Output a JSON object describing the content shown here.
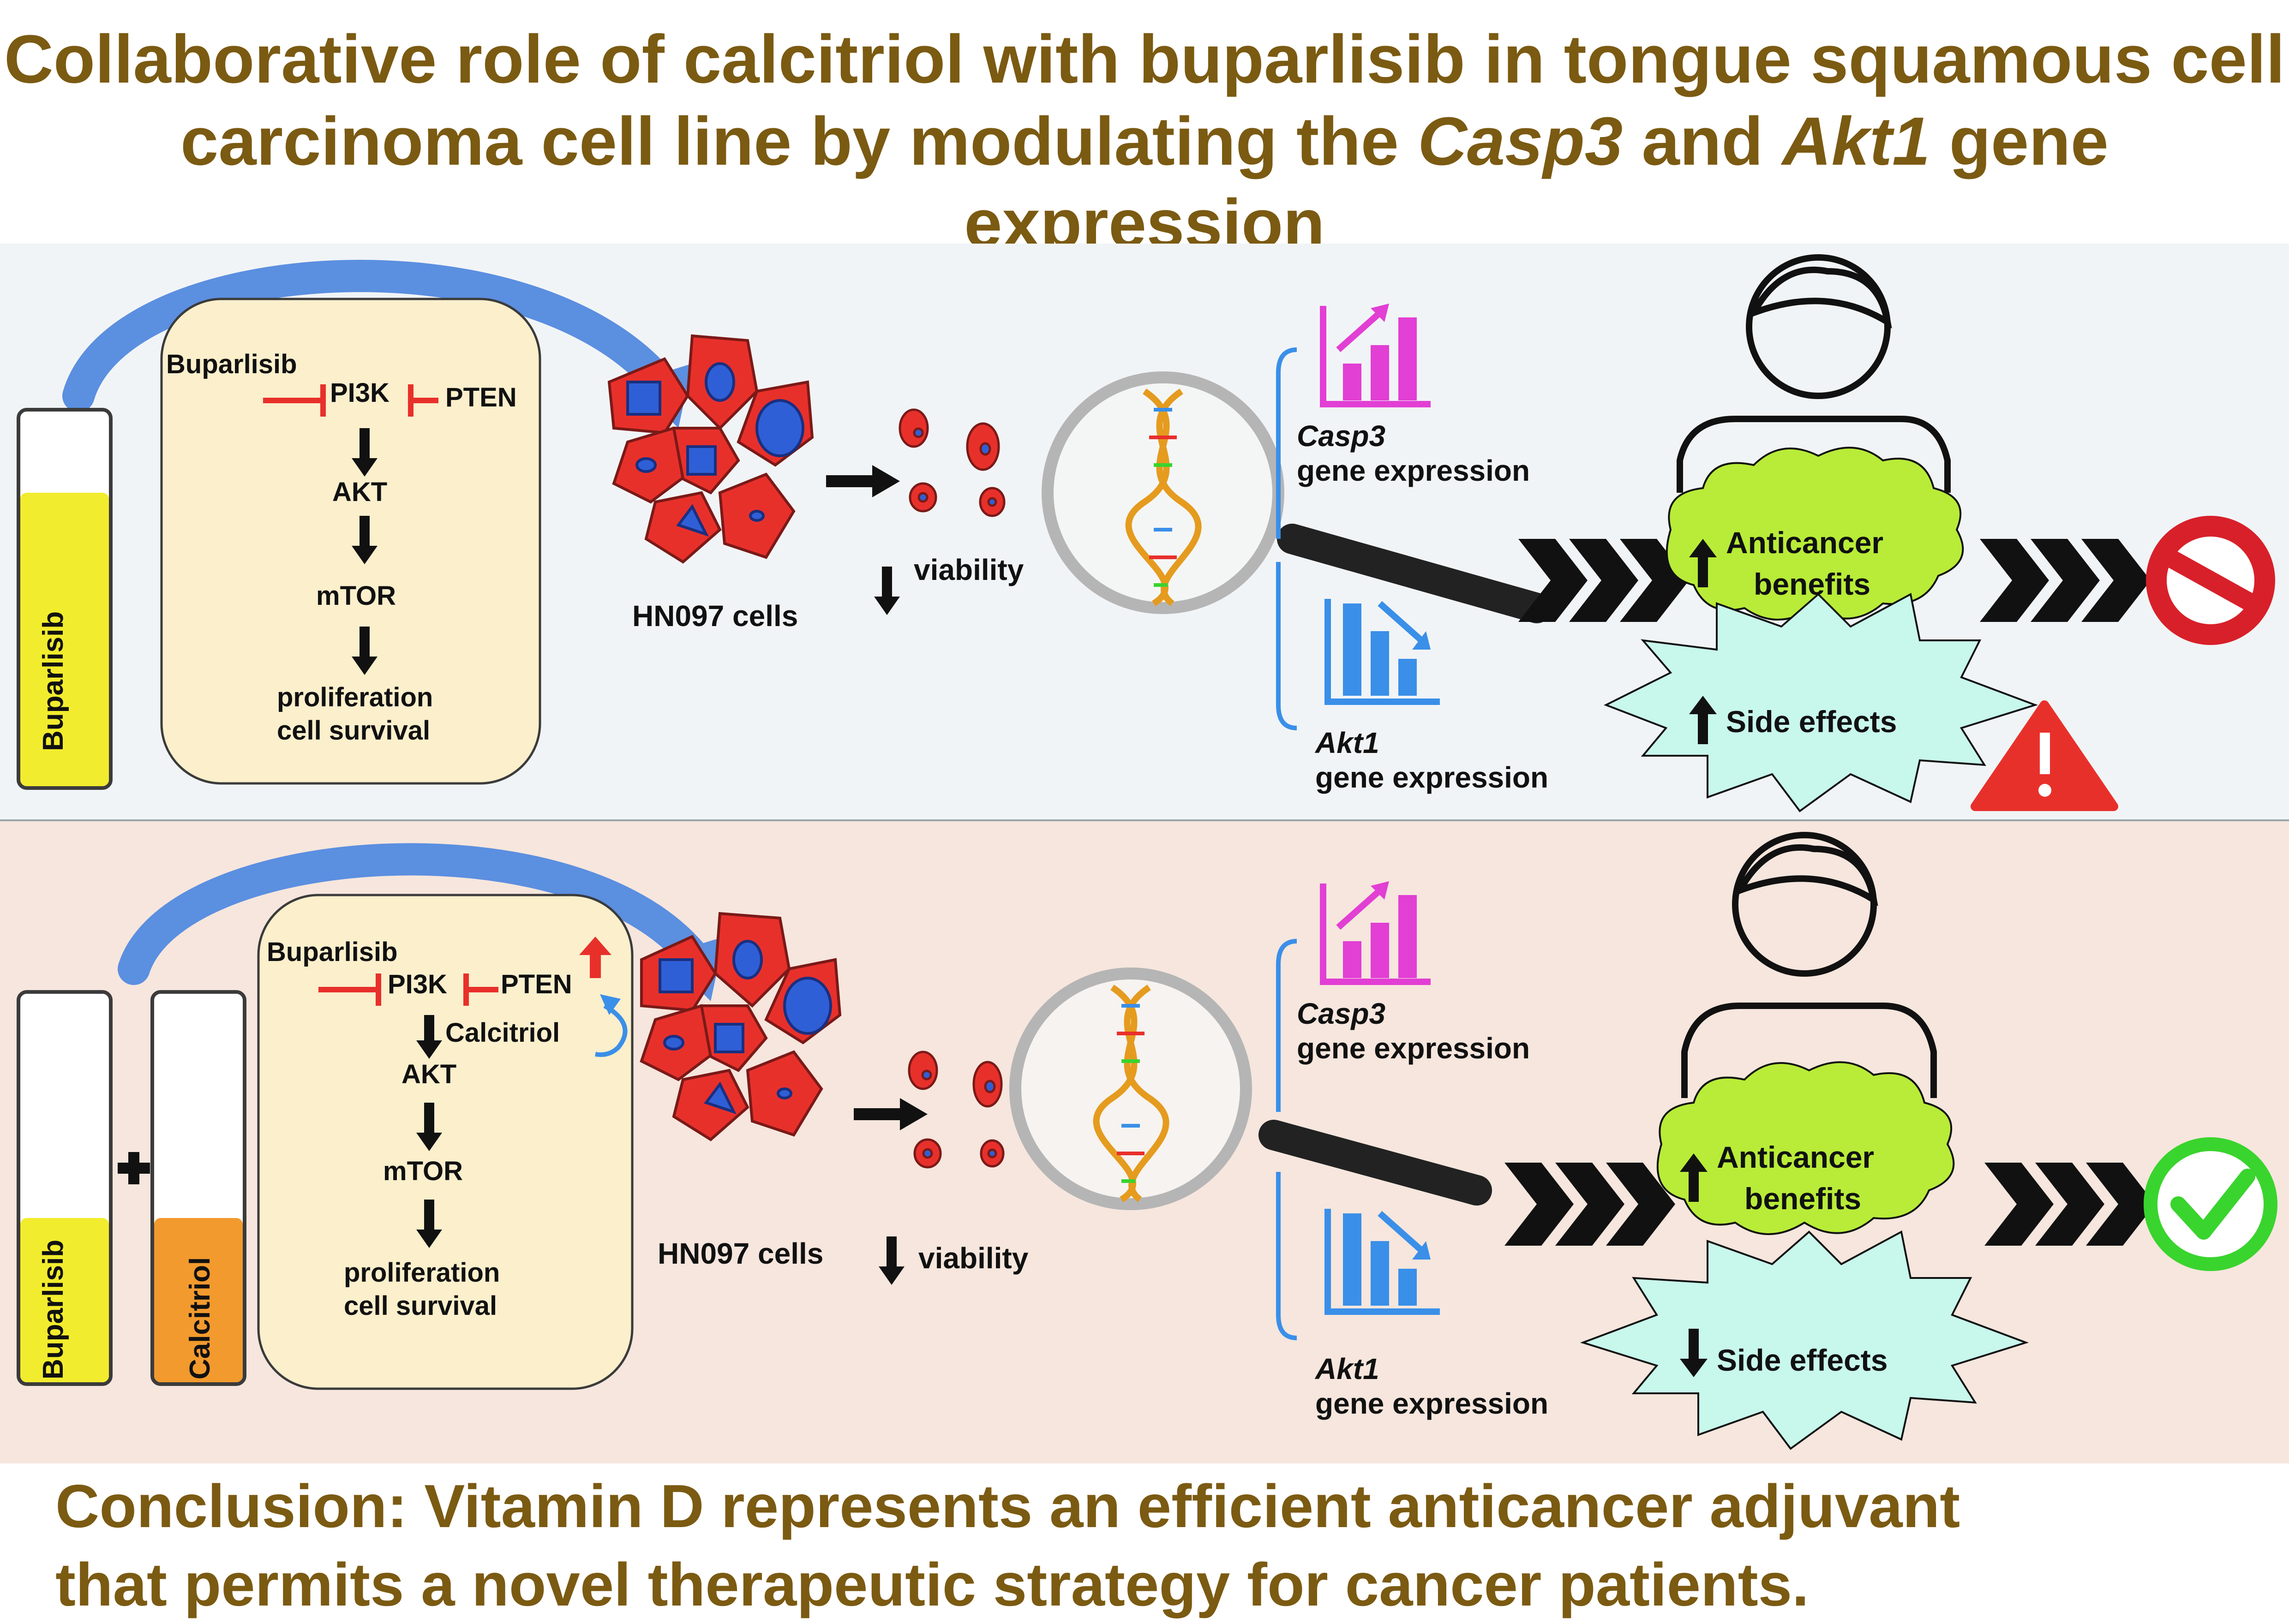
{
  "title": {
    "part1": "Collaborative role of calcitriol with buparlisib in tongue squamous cell carcinoma cell line by modulating the ",
    "gene1": "Casp3",
    "part2": " and ",
    "gene2": "Akt1",
    "part3": " gene expression"
  },
  "top_panel": {
    "tube_label": "Buparlisib",
    "pathway": {
      "drug": "Buparlisib",
      "pi3k": "PI3K",
      "pten": "PTEN",
      "akt": "AKT",
      "mtor": "mTOR",
      "outcome_line1": "proliferation",
      "outcome_line2": "cell survival"
    },
    "cells_label": "HN097 cells",
    "viability_label": "viability",
    "casp3_gene": "Casp3",
    "casp3_suffix": "gene expression",
    "akt1_gene": "Akt1",
    "akt1_suffix": "gene expression",
    "benefit_line1": "Anticancer",
    "benefit_line2": "benefits",
    "side_effects": "Side effects",
    "outcome_icon": "prohibited-icon",
    "warning_icon": "warning-icon"
  },
  "bottom_panel": {
    "tube1_label": "Buparlisib",
    "tube2_label": "Calcitriol",
    "plus": "+",
    "pathway": {
      "drug": "Buparlisib",
      "pi3k": "PI3K",
      "pten": "PTEN",
      "calcitriol": "Calcitriol",
      "akt": "AKT",
      "mtor": "mTOR",
      "outcome_line1": "proliferation",
      "outcome_line2": "cell survival"
    },
    "cells_label": "HN097 cells",
    "viability_label": "viability",
    "casp3_gene": "Casp3",
    "casp3_suffix": "gene expression",
    "akt1_gene": "Akt1",
    "akt1_suffix": "gene expression",
    "benefit_line1": "Anticancer",
    "benefit_line2": "benefits",
    "side_effects": "Side effects",
    "outcome_icon": "checkmark-icon"
  },
  "conclusion": {
    "line1": "Conclusion: Vitamin D represents an efficient anticancer adjuvant",
    "line2": "that permits a novel therapeutic strategy for cancer patients."
  },
  "colors": {
    "title": "#7b5a12",
    "buparlisib_fill": "#f2ec2e",
    "calcitriol_fill": "#f29a2e",
    "cell_red": "#e8302b",
    "nucleus_blue": "#2f5fd6",
    "casp3_magenta": "#e23fd4",
    "akt1_blue": "#3a8fe8",
    "cloud_green": "#b8ec38",
    "burst_cyan": "#c8f7ec",
    "stop_red": "#d8202a",
    "check_green": "#39d42e"
  }
}
